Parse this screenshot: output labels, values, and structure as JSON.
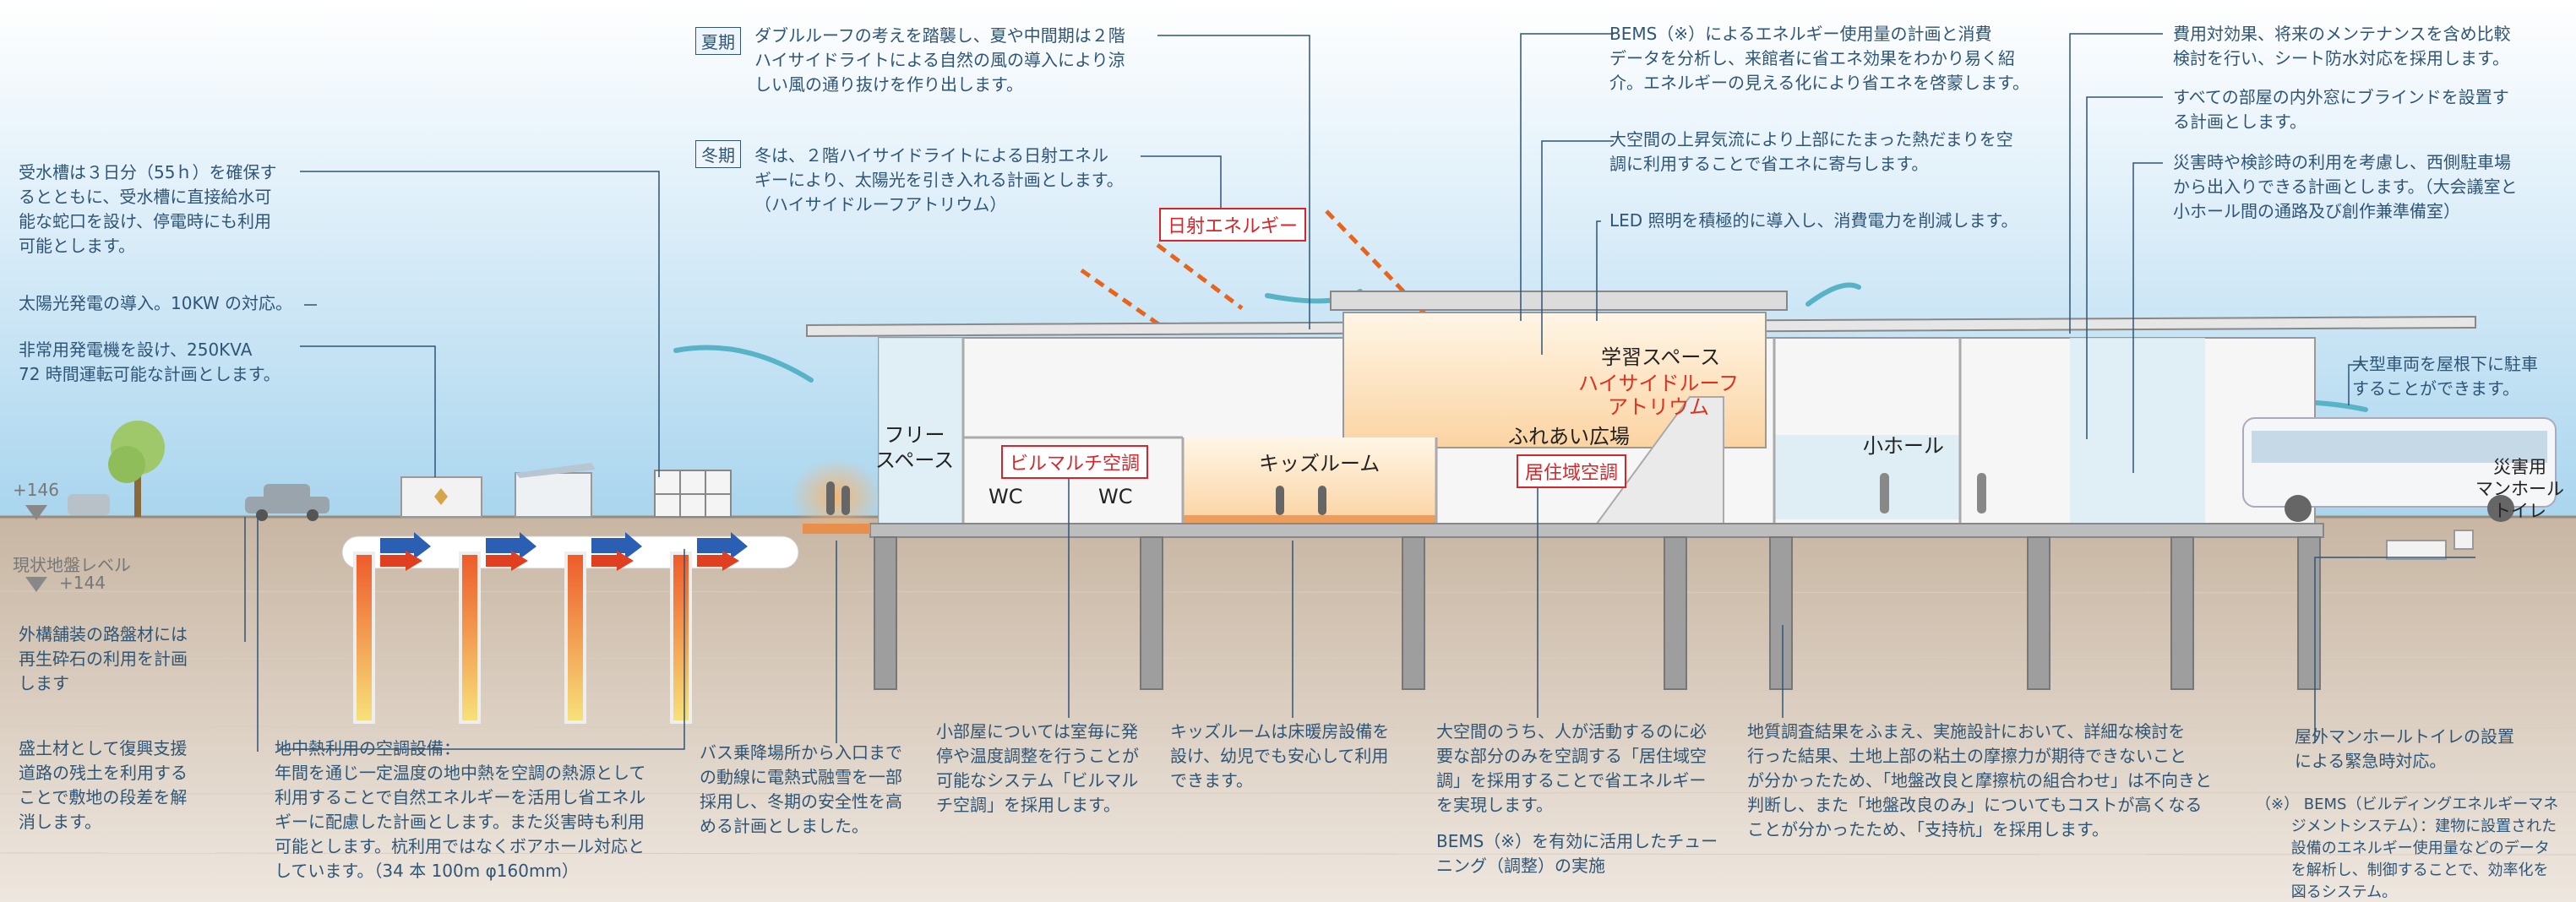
{
  "tags": {
    "summer": "夏期",
    "winter": "冬期"
  },
  "notes": {
    "summer": "ダブルルーフの考えを踏襲し、夏や中間期は２階\nハイサイドライトによる自然の風の導入により涼\nしい風の通り抜けを作り出します。",
    "winter": "冬は、２階ハイサイドライトによる日射エネル\nギーにより、太陽光を引き入れる計画とします。\n（ハイサイドルーフアトリウム）",
    "water_tank": "受水槽は３日分（55ｈ）を確保す\nるとともに、受水槽に直接給水可\n能な蛇口を設け、停電時にも利用\n可能とします。",
    "solar": "太陽光発電の導入。10KW の対応。",
    "generator": "非常用発電機を設け、250KVA\n72 時間運転可能な計画とします。",
    "bems": "BEMS（※）によるエネルギー使用量の計画と消費\nデータを分析し、来館者に省エネ効果をわかり易く紹\n介。エネルギーの見える化により省エネを啓蒙します。",
    "heat_pool": "大空間の上昇気流により上部にたまった熱だまりを空\n調に利用することで省エネに寄与します。",
    "led": "LED 照明を積極的に導入し、消費電力を削減します。",
    "cost": "費用対効果、将来のメンテナンスを含め比較\n検討を行い、シート防水対応を採用します。",
    "blinds": "すべての部屋の内外窓にブラインドを設置す\nる計画とします。",
    "disaster_access": "災害時や検診時の利用を考慮し、西側駐車場\nから出入りできる計画とします。（大会議室と\n小ホール間の通路及び創作兼準備室）",
    "bus_roof": "大型車両を屋根下に駐車\nすることができます。",
    "paving": "外構舗装の路盤材には\n再生砕石の利用を計画\nします",
    "fill": "盛土材として復興支援\n道路の残土を利用する\nことで敷地の段差を解\n消します。",
    "geothermal": "地中熱利用の空調設備：\n年間を通じ一定温度の地中熱を空調の熱源として\n利用することで自然エネルギーを活用し省エネル\nギーに配慮した計画とします。また災害時も利用\n可能とします。杭利用ではなくボアホール対応と\nしています。（34 本 100m φ160mm）",
    "bus_stop": "バス乗降場所から入口まで\nの動線に電熱式融雪を一部\n採用し、冬期の安全性を高\nめる計画としました。",
    "small_rooms": "小部屋については室毎に発\n停や温度調整を行うことが\n可能なシステム「ビルマル\nチ空調」を採用します。",
    "kids_floor": "キッズルームは床暖房設備を\n設け、幼児でも安心して利用\nできます。",
    "zone_ac": "大空間のうち、人が活動するのに必\n要な部分のみを空調する「居住域空\n調」を採用することで省エネルギー\nを実現します。",
    "bems_tuning": "BEMS（※）を有効に活用したチュー\nニング（調整）の実施",
    "geo_survey": "地質調査結果をふまえ、実施設計において、詳細な検討を\n行った結果、土地上部の粘土の摩擦力が期待できないこと\nが分かったため、「地盤改良と摩擦杭の組合わせ」は不向きと\n判断し、また「地盤改良のみ」についてもコストが高くなる\nことが分かったため、「支持杭」を採用します。",
    "manhole_toilet": "屋外マンホールトイレの設置\nによる緊急時対応。",
    "bems_footnote": "（※） BEMS（ビルディングエネルギーマネ\n　　 ジメントシステム）：建物に設置された\n　　 設備のエネルギー使用量などのデータ\n　　 を解析し、制御することで、効率化を\n　　 図るシステム。"
  },
  "red_labels": {
    "solar_energy": "日射エネルギー",
    "building_multi_ac": "ビルマルチ空調",
    "zone_ac": "居住域空調"
  },
  "rooms": {
    "free_space": "フリー\nスペース",
    "wc1": "WC",
    "wc2": "WC",
    "kids_room": "キッズルーム",
    "study_space": "学習スペース",
    "plaza": "ふれあい広場",
    "small_hall": "小ホール",
    "disaster_toilet": "災害用\nマンホール\nトイレ",
    "atrium": "ハイサイドルーフ\nアトリウム"
  },
  "levels": {
    "plus146": "+146",
    "current_ground": "現状地盤レベル",
    "plus144": "+144"
  },
  "colors": {
    "text": "#2f5577",
    "red": "#d6262a",
    "ground": "#c9b8a6",
    "sky": "#bfe0f3"
  },
  "icons": [
    "tree-icon",
    "car-icon",
    "bus-icon",
    "generator-icon",
    "solar-panel-icon",
    "water-tank-icon",
    "person-icon"
  ]
}
